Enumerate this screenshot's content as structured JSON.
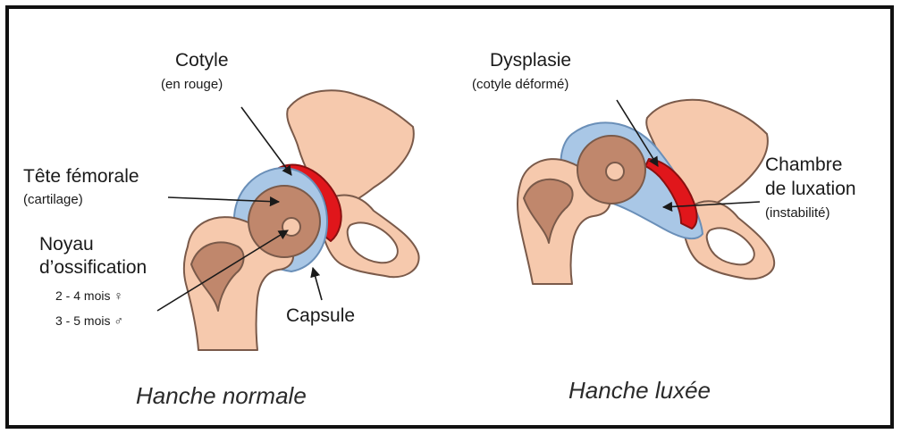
{
  "colors": {
    "bone": "#f6c9ad",
    "bone_outline": "#7a5a4a",
    "femoral_head": "#c0876c",
    "cartilage": "#a9c7e6",
    "cartilage_outline": "#6a8fb8",
    "cotyle": "#e0161b",
    "frame": "#111111"
  },
  "normal": {
    "cotyle_label": "Cotyle",
    "cotyle_note": "(en rouge)",
    "tete_label": "Tête fémorale",
    "tete_note": "(cartilage)",
    "noyau_line1": "Noyau",
    "noyau_line2": "d’ossification",
    "age_girls": "2 - 4 mois ♀",
    "age_boys": "3 - 5 mois ♂",
    "capsule_label": "Capsule",
    "caption": "Hanche normale"
  },
  "luxee": {
    "dysplasie_label": "Dysplasie",
    "dysplasie_note": "(cotyle déformé)",
    "chambre_line1": "Chambre",
    "chambre_line2": "de luxation",
    "chambre_note": "(instabilité)",
    "caption": "Hanche luxée"
  }
}
